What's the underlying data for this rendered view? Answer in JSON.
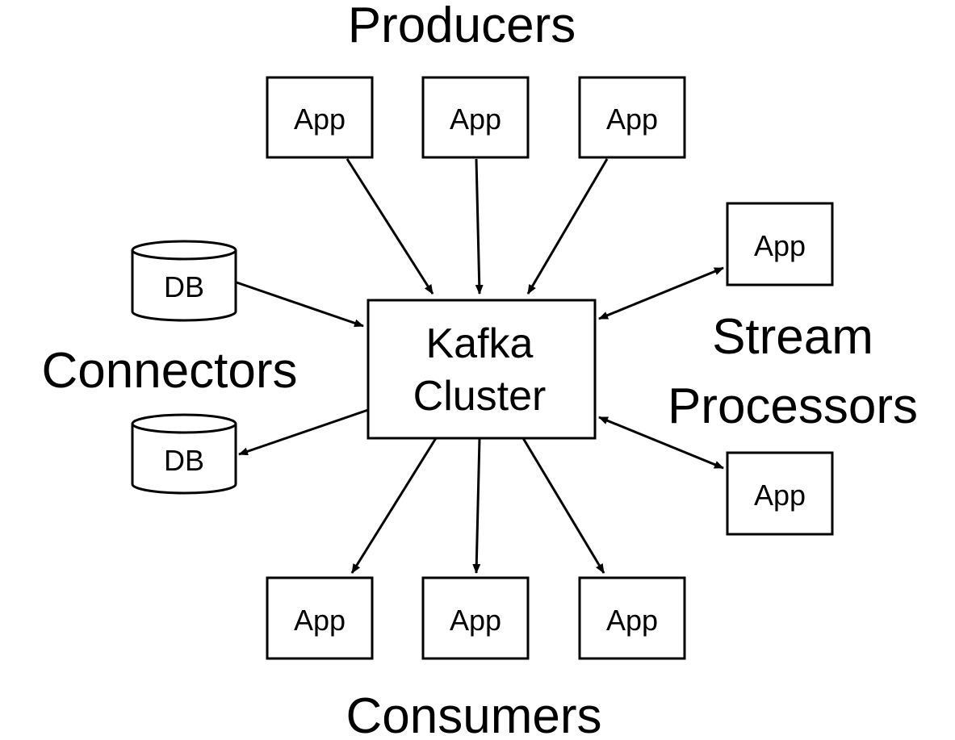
{
  "diagram": {
    "title": "Kafka ecosystem",
    "center": {
      "line1": "Kafka",
      "line2": "Cluster"
    },
    "groups": {
      "producers": "Producers",
      "consumers": "Consumers",
      "connectors": "Connectors",
      "stream_line1": "Stream",
      "stream_line2": "Processors"
    },
    "producers": [
      {
        "label": "App"
      },
      {
        "label": "App"
      },
      {
        "label": "App"
      }
    ],
    "consumers": [
      {
        "label": "App"
      },
      {
        "label": "App"
      },
      {
        "label": "App"
      }
    ],
    "stream_processors": [
      {
        "label": "App"
      },
      {
        "label": "App"
      }
    ],
    "connectors": [
      {
        "label": "DB",
        "direction": "in"
      },
      {
        "label": "DB",
        "direction": "out"
      }
    ],
    "edges": [
      {
        "from": "producer-1",
        "to": "kafka-cluster",
        "type": "directed"
      },
      {
        "from": "producer-2",
        "to": "kafka-cluster",
        "type": "directed"
      },
      {
        "from": "producer-3",
        "to": "kafka-cluster",
        "type": "directed"
      },
      {
        "from": "kafka-cluster",
        "to": "consumer-1",
        "type": "directed"
      },
      {
        "from": "kafka-cluster",
        "to": "consumer-2",
        "type": "directed"
      },
      {
        "from": "kafka-cluster",
        "to": "consumer-3",
        "type": "directed"
      },
      {
        "from": "db-source",
        "to": "kafka-cluster",
        "type": "directed"
      },
      {
        "from": "kafka-cluster",
        "to": "db-sink",
        "type": "directed"
      },
      {
        "from": "kafka-cluster",
        "to": "stream-app-1",
        "type": "bidirectional"
      },
      {
        "from": "kafka-cluster",
        "to": "stream-app-2",
        "type": "bidirectional"
      }
    ]
  }
}
